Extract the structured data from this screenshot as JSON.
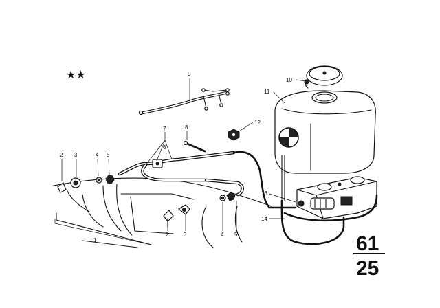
{
  "stars": "★★",
  "callouts": {
    "c1": "1",
    "c2a": "2",
    "c3a": "3",
    "c4a": "4",
    "c5a": "5",
    "c6": "6",
    "c7": "7",
    "c8": "8",
    "c9": "9",
    "c10": "10",
    "c11": "11",
    "c12": "12",
    "c13": "13",
    "c14": "14",
    "c2b": "2",
    "c3b": "3",
    "c4b": "4",
    "c5b": "5"
  },
  "page": {
    "top": "61",
    "bottom": "25"
  }
}
